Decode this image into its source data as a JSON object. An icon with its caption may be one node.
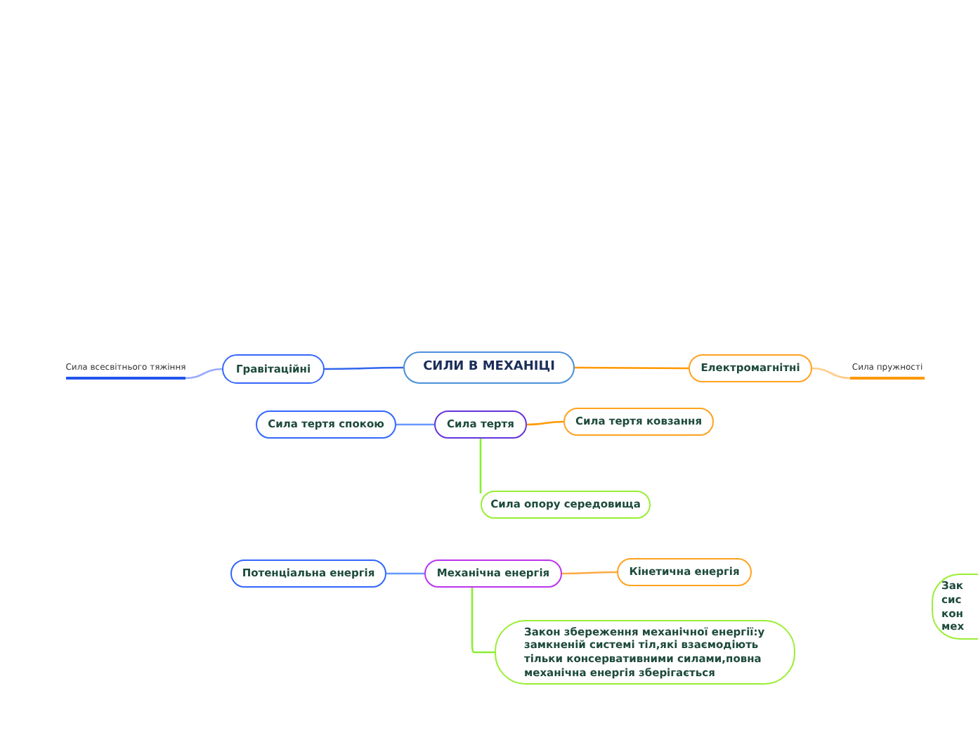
{
  "diagram": {
    "nodes": [
      {
        "text": [
          "СИЛИ В МЕХАНІЦІ"
        ]
      },
      {
        "text": [
          "Гравітаційні"
        ]
      },
      {
        "text": [
          "Сила всесвітнього тяжіння"
        ]
      },
      {
        "text": [
          "Електромагнітні"
        ]
      },
      {
        "text": [
          "Сила пружності"
        ]
      },
      {
        "text": [
          "Сила тертя спокою"
        ]
      },
      {
        "text": [
          "Сила тертя"
        ]
      },
      {
        "text": [
          "Сила тертя ковзання"
        ]
      },
      {
        "text": [
          "Сила опору середовища"
        ]
      },
      {
        "text": [
          "Потенціальна енергія"
        ]
      },
      {
        "text": [
          "Механічна енергія"
        ]
      },
      {
        "text": [
          "Кінетична енергія"
        ]
      },
      {
        "text": [
          "Закон збереження механічної енергії:у замкненій системі тіл,які взаємодіють тільки консервативними силами,повна механічна енергія зберігається"
        ]
      },
      {
        "text": [
          "Зак сис кон мех"
        ]
      }
    ],
    "edges": [
      {
        "from": 0,
        "to": 1,
        "arrow": "none",
        "color": "#3366ee"
      },
      {
        "from": 1,
        "to": 2,
        "arrow": "none",
        "color": "#99aaff"
      },
      {
        "from": 0,
        "to": 3,
        "arrow": "none",
        "color": "#ff9900"
      },
      {
        "from": 3,
        "to": 4,
        "arrow": "none",
        "color": "#ffcc88"
      },
      {
        "from": 6,
        "to": 5,
        "arrow": "none",
        "color": "#6699ff"
      },
      {
        "from": 6,
        "to": 7,
        "arrow": "none",
        "color": "#ff9900"
      },
      {
        "from": 6,
        "to": 8,
        "arrow": "none",
        "color": "#88ee33"
      },
      {
        "from": 10,
        "to": 9,
        "arrow": "none",
        "color": "#6699ff"
      },
      {
        "from": 10,
        "to": 11,
        "arrow": "none",
        "color": "#ffaa44"
      },
      {
        "from": 10,
        "to": 12,
        "arrow": "none",
        "color": "#88ee33"
      }
    ]
  }
}
